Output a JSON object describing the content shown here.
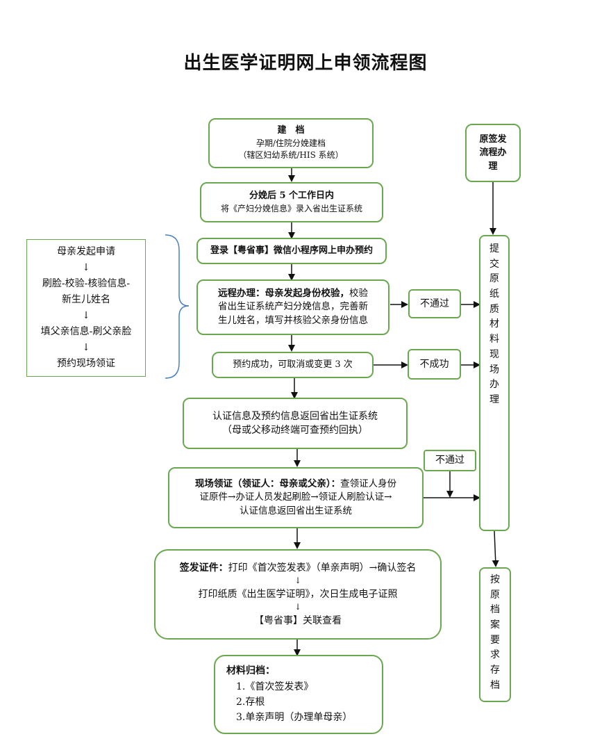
{
  "title": "出生医学证明网上申领流程图",
  "nodes": {
    "archive": {
      "title": "建　档",
      "line1": "孕期/住院分娩建档",
      "line2": "（辖区妇幼系统/HIS 系统）"
    },
    "record": {
      "title": "分娩后 5 个工作日内",
      "line1": "将《产妇分娩信息》录入省出生证系统"
    },
    "login": {
      "text": "登录【粤省事】微信小程序网上申办预约"
    },
    "remote": {
      "bold": "远程办理：母亲发起身份校验，",
      "line1": "校验",
      "line2": "省出生证系统产妇分娩信息，完善新",
      "line3": "生儿姓名，填写并核验父亲身份信息"
    },
    "booking": {
      "text": "预约成功，可取消或变更 3 次"
    },
    "auth": {
      "line1": "认证信息及预约信息返回省出生证系统",
      "line2": "（母或父移动终端可查预约回执）"
    },
    "onsite": {
      "bold": "现场领证（领证人：母亲或父亲）：",
      "line1": "查领证人身份",
      "line2": "证原件→办证人员发起刷脸→领证人刷脸认证→",
      "line3": "认证信息返回省出生证系统"
    },
    "issue": {
      "bold": "签发证件：",
      "line1": "打印《首次签发表》（单亲声明）→确认签名",
      "arrow1": "↓",
      "line2": "打印纸质《出生医学证明》，次日生成电子证照",
      "arrow2": "↓",
      "line3": "【粤省事】关联查看"
    },
    "archive_materials": {
      "bold": "材料归档：",
      "item1": "1.《首次签发表》",
      "item2": "2.存根",
      "item3": "3.单亲声明（办理单母亲）"
    },
    "fail1": {
      "text": "不通过"
    },
    "fail2": {
      "text": "不成功"
    },
    "fail3": {
      "text": "不通过"
    },
    "original": {
      "line1": "原签发",
      "line2": "流程办",
      "line3": "理"
    },
    "paper": {
      "chars": [
        "提",
        "交",
        "原",
        "纸",
        "质",
        "材",
        "料",
        "现",
        "场",
        "办",
        "理"
      ]
    },
    "store": {
      "chars": [
        "按",
        "原",
        "档",
        "案",
        "要",
        "求",
        "存",
        "档"
      ]
    }
  },
  "left_panel": {
    "line1": "母亲发起申请",
    "arrow1": "↓",
    "line2": "刷脸-校验-核验信息-",
    "line3": "新生儿姓名",
    "arrow2": "↓",
    "line4": "填父亲信息-刷父亲脸",
    "arrow3": "↓",
    "line5": "预约现场领证"
  },
  "colors": {
    "border": "#6aa84f",
    "bracket": "#4a7fc1",
    "arrow": "#111111"
  }
}
